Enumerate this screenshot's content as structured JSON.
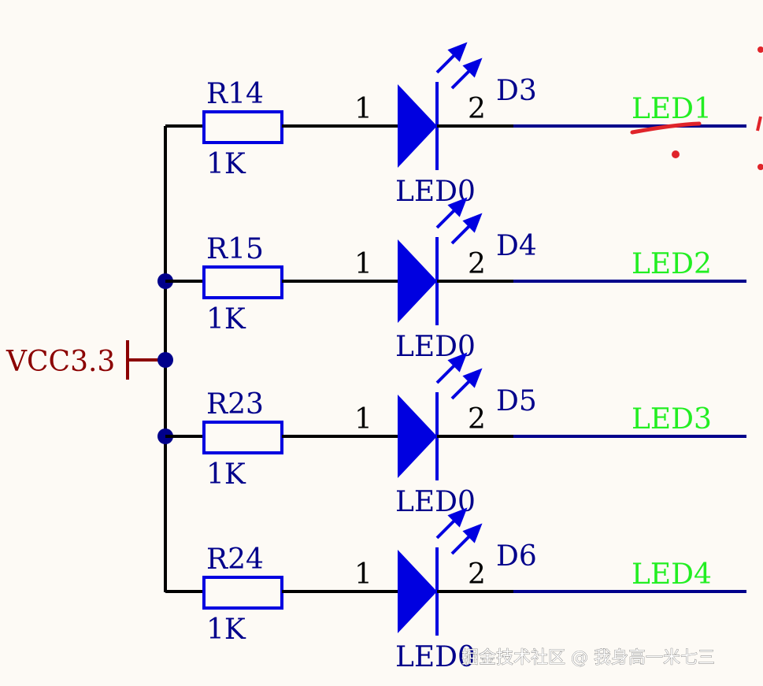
{
  "power": {
    "label": "VCC3.3"
  },
  "rows": [
    {
      "resistor": "R14",
      "resistor_value": "1K",
      "pin1": "1",
      "pin2": "2",
      "diode": "D3",
      "diode_value": "LED0",
      "net": "LED1"
    },
    {
      "resistor": "R15",
      "resistor_value": "1K",
      "pin1": "1",
      "pin2": "2",
      "diode": "D4",
      "diode_value": "LED0",
      "net": "LED2"
    },
    {
      "resistor": "R23",
      "resistor_value": "1K",
      "pin1": "1",
      "pin2": "2",
      "diode": "D5",
      "diode_value": "LED0",
      "net": "LED3"
    },
    {
      "resistor": "R24",
      "resistor_value": "1K",
      "pin1": "1",
      "pin2": "2",
      "diode": "D6",
      "diode_value": "LED0",
      "net": "LED4"
    }
  ],
  "watermark": "掘金技术社区 @ 我身高一米七三",
  "colors": {
    "background": "#fdfaf5",
    "wire": "#000000",
    "component": "#0000e0",
    "label": "#00008b",
    "net_label": "#22ee22",
    "power": "#8b0000",
    "annotation": "#e0242a"
  }
}
